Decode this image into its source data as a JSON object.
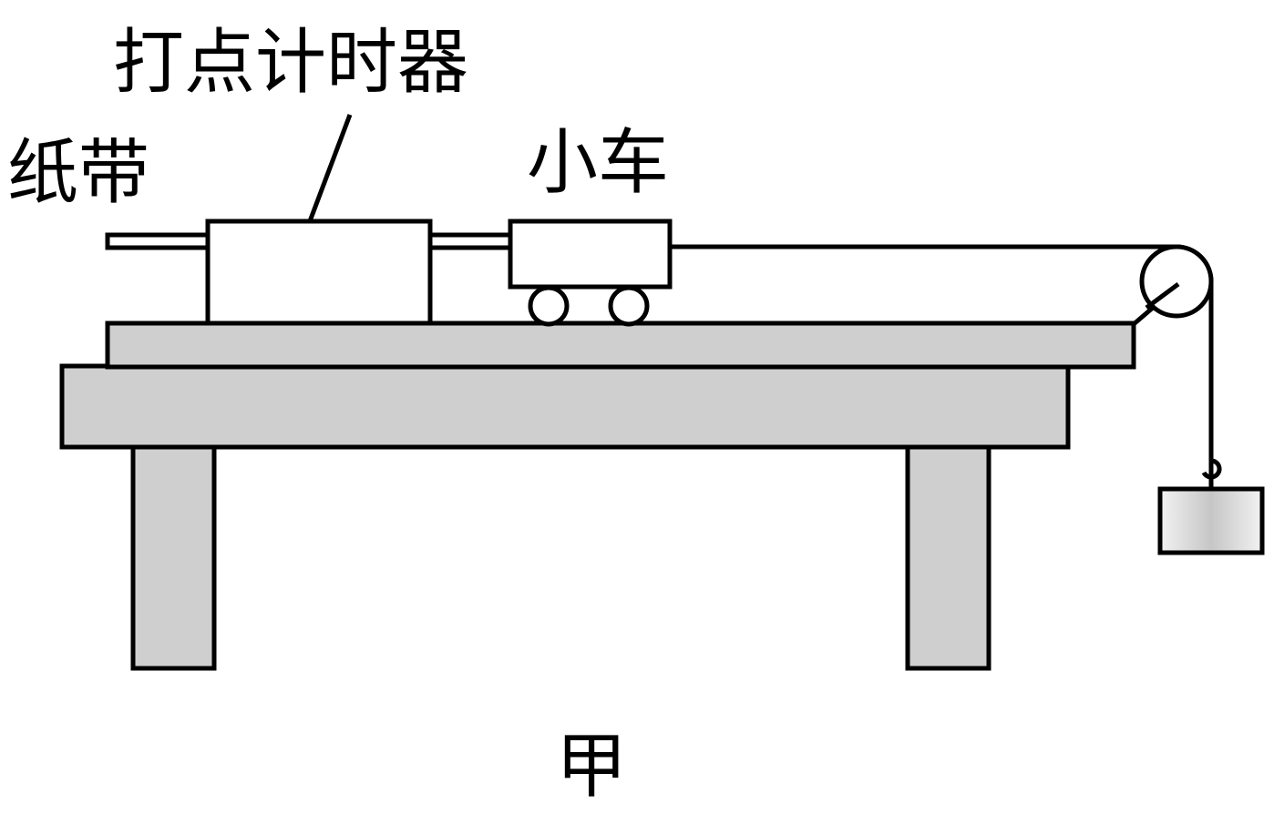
{
  "labels": {
    "timer": "打点计时器",
    "paper_tape": "纸带",
    "cart": "小车",
    "figure": "甲"
  },
  "colors": {
    "stroke": "#000000",
    "board_fill": "#cfcfcf",
    "cart_fill": "#ffffff",
    "timer_fill": "#ffffff",
    "weight_gradient": [
      "#f2f2f2",
      "#c6c6c6",
      "#f2f2f2"
    ]
  }
}
